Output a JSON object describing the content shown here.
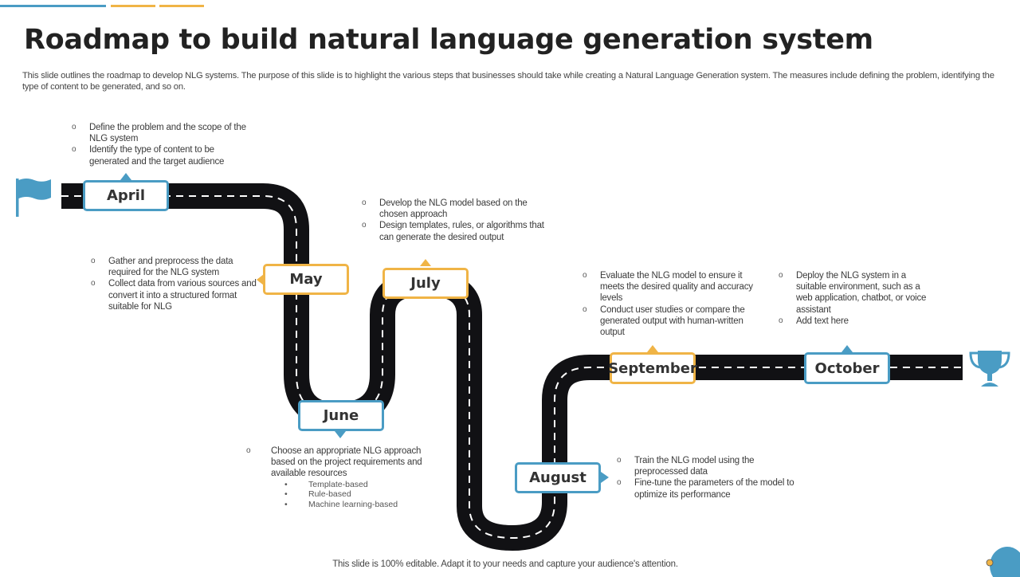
{
  "header": {
    "title": "Roadmap to build natural language generation system",
    "description": "This slide outlines the roadmap to develop NLG systems. The purpose of this slide is to highlight the various steps that businesses should take while creating a Natural Language Generation system. The measures include defining the problem, identifying the type of content to be generated, and so on."
  },
  "colors": {
    "blue": "#4a9cc4",
    "gold": "#f0b446",
    "road": "#111114",
    "text": "#3a3a3a"
  },
  "icons": {
    "start": "flag-icon",
    "end": "trophy-icon"
  },
  "milestones": [
    {
      "month": "April",
      "accent": "blue",
      "notes": [
        "Define the problem and the scope of the NLG system",
        "Identify the type of content to be generated and the target audience"
      ]
    },
    {
      "month": "May",
      "accent": "gold",
      "notes": [
        "Gather and preprocess the data required for the NLG system",
        "Collect data from various sources and convert it into a structured format suitable for NLG"
      ]
    },
    {
      "month": "June",
      "accent": "blue",
      "notes": [
        "Choose an appropriate NLG approach based on the project requirements and available resources"
      ],
      "sub_items": [
        "Template-based",
        "Rule-based",
        "Machine learning-based"
      ]
    },
    {
      "month": "July",
      "accent": "gold",
      "notes": [
        "Develop the NLG model based on the chosen approach",
        "Design templates, rules, or algorithms that can generate the desired output"
      ]
    },
    {
      "month": "August",
      "accent": "blue",
      "notes": [
        "Train the NLG model using the preprocessed data",
        "Fine-tune the parameters of the model to optimize its performance"
      ]
    },
    {
      "month": "September",
      "accent": "gold",
      "notes": [
        "Evaluate the NLG model to ensure it meets the desired quality and accuracy levels",
        "Conduct user studies or compare the generated output with human-written output"
      ]
    },
    {
      "month": "October",
      "accent": "blue",
      "notes": [
        "Deploy the NLG system in a suitable environment, such as a web application, chatbot, or voice assistant",
        "Add text here"
      ]
    }
  ],
  "footer": {
    "text": "This slide is 100% editable. Adapt it to your needs and capture your audience's attention."
  }
}
